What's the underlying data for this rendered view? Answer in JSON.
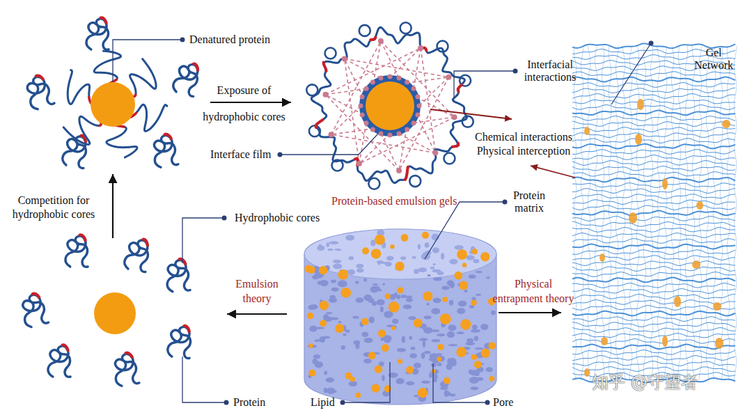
{
  "diagram": {
    "nodes": [
      {
        "text": [
          "Protein-based emulsion gels",
          "Protein matrix",
          "Lipid",
          "Pore"
        ]
      },
      {
        "text": [
          "Hydrophobic cores",
          "Protein"
        ]
      },
      {
        "text": [
          "Denatured protein"
        ]
      },
      {
        "text": [
          "Interfacial interactions",
          "Interface film"
        ]
      },
      {
        "text": [
          "Gel Network"
        ]
      }
    ],
    "edges": [
      {
        "from": 0,
        "to": 1,
        "label": "Emulsion theory",
        "arrow": "to"
      },
      {
        "from": 1,
        "to": 2,
        "label": "Competition for hydrophobic cores",
        "arrow": "to"
      },
      {
        "from": 2,
        "to": 3,
        "label": "Exposure of hydrophobic cores",
        "arrow": "to"
      },
      {
        "from": 0,
        "to": 4,
        "label": "Physical entrapment theory",
        "arrow": "to"
      }
    ],
    "labels": [
      "Chemical interactions Physical interception",
      "知乎 @守望者"
    ]
  }
}
